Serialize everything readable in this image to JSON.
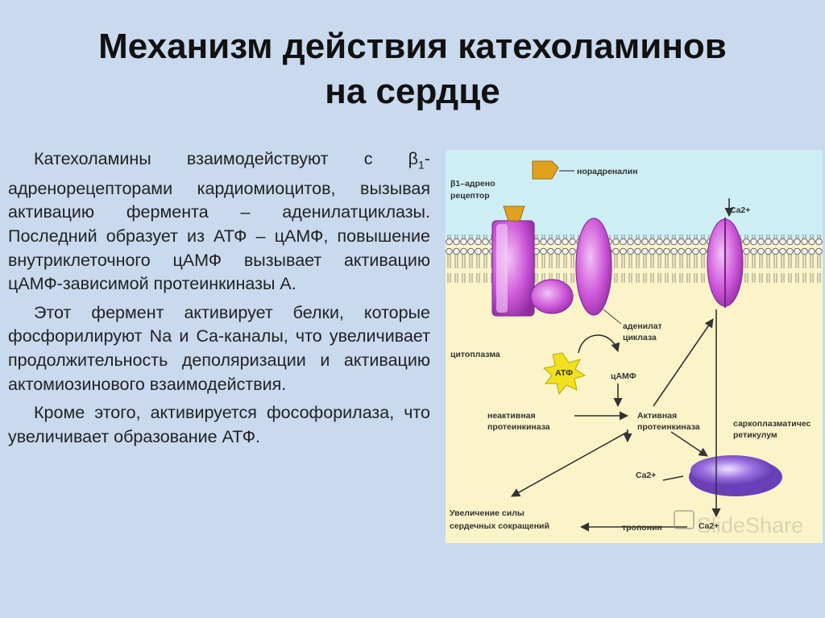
{
  "slide": {
    "title_line1": "Механизм действия катехоламинов",
    "title_line2": "на сердце",
    "paragraphs": [
      {
        "pre": "Катехоламины взаимодействуют с β",
        "sub": "1",
        "post": "-адренорецепторами кардиомиоцитов, вызывая активацию фермента – аденилатциклазы. Последний образует из АТФ – цАМФ, повышение внутриклеточного цАМФ вызывает активацию цАМФ-зависимой протеинкиназы А."
      },
      {
        "text": "Этот фермент активирует белки, которые фосфорилируют Na и Ca-каналы, что увеличивает продолжительность деполяризации и активацию актомиозинового взаимодействия."
      },
      {
        "text": "Кроме этого, активируется фософорилаза, что увеличивает образование АТФ."
      }
    ]
  },
  "diagram": {
    "labels": {
      "receptor_1": "β1–адрено",
      "receptor_2": "рецептор",
      "noradrenaline": "норадреналин",
      "ca_top": "Ca2+",
      "adenylate_1": "аденилат",
      "adenylate_2": "циклаза",
      "cytoplasm": "цитоплазма",
      "atp": "АТФ",
      "camp": "цАМФ",
      "inactive_1": "неактивная",
      "inactive_2": "протеинкиназа",
      "active_1": "Активная",
      "active_2": "протеинкиназа",
      "sr_1": "саркоплазматичес",
      "sr_2": "ретикулум",
      "ca_mid": "Ca2+",
      "ca_bottom": "Ca2+",
      "increase_1": "Увеличение  силы",
      "increase_2": "сердечных сокращений",
      "troponin": "тропонин"
    },
    "watermark": "SlideShare",
    "colors": {
      "extracellular": "#cdeef5",
      "cytoplasm": "#fbf4c8",
      "protein": "#c74fd6",
      "ligand": "#e0a020",
      "sr": "#8d5fd6",
      "atp_star": "#f0e020"
    }
  }
}
